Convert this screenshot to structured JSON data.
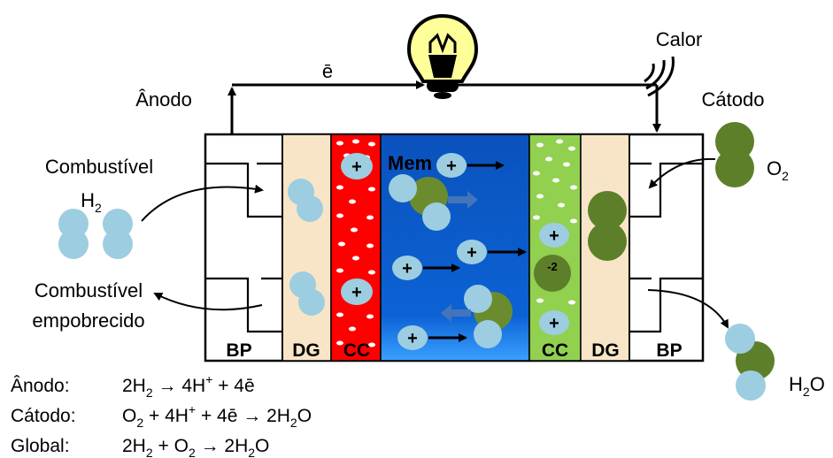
{
  "labels": {
    "anode": "Ânodo",
    "cathode": "Cátodo",
    "electron": "ē",
    "heat": "Calor",
    "fuel": "Combustível",
    "h2_base": "H",
    "h2_sub": "2",
    "o2_base": "O",
    "o2_sub": "2",
    "depleted_line1": "Combustível",
    "depleted_line2": "empobrecido",
    "membrane": "Mem",
    "water_h": "H",
    "water_sub": "2",
    "water_o": "O",
    "oxide_ion": "-2"
  },
  "layers": {
    "bp_left": "BP",
    "dg_left": "DG",
    "cc_left": "CC",
    "cc_right": "CC",
    "dg_right": "DG",
    "bp_right": "BP"
  },
  "equations": {
    "anode_label": "Ânodo:",
    "cathode_label": "Cátodo:",
    "global_label": "Global:"
  },
  "colors": {
    "cc_left": "#ff0000",
    "membrane": "#0a58c4",
    "cc_right": "#92d050",
    "diffusion_gas": "#f8e5c8",
    "hydrogen": "#9dcde0",
    "oxygen": "#5e7f2a"
  },
  "icons": [
    "lightbulb-icon",
    "heat-waves-icon"
  ]
}
